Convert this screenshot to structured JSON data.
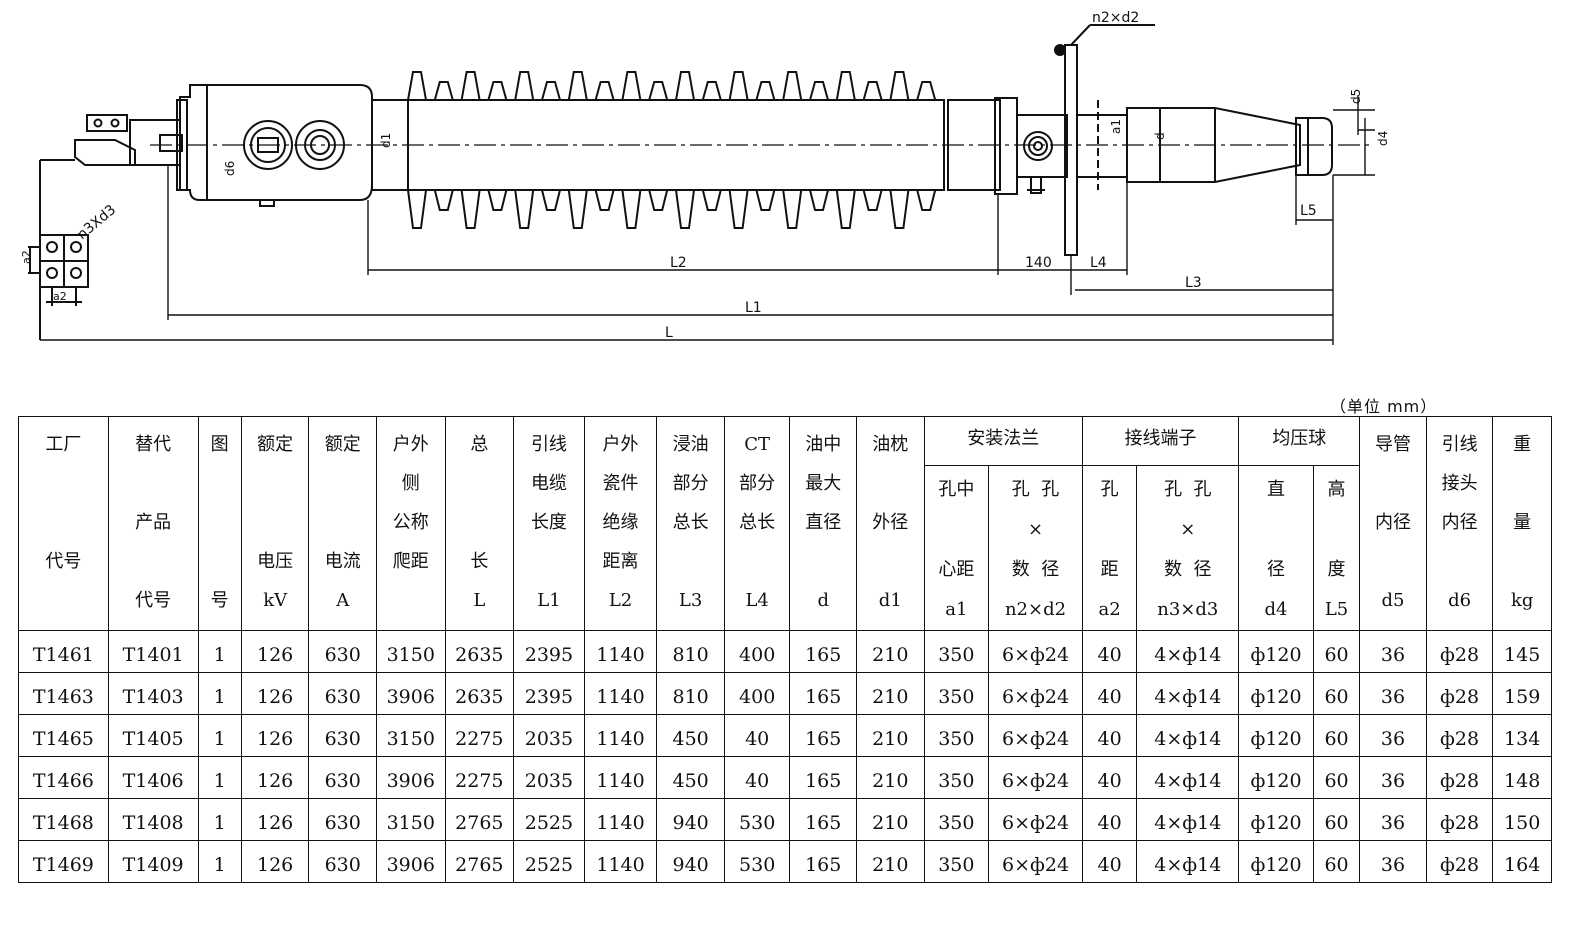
{
  "drawing_labels": {
    "n2xd2": "n2×d2",
    "n3xd3": "n3Xd3",
    "a2_top": "a2",
    "a2_bottom": "a2",
    "d1_body": "d1",
    "d6": "d6",
    "a1": "a1",
    "d": "d",
    "d5": "d5",
    "d4": "d4",
    "L5": "L5",
    "L2": "L2",
    "dim_140": "140",
    "L4": "L4",
    "L3": "L3",
    "L1": "L1",
    "L": "L"
  },
  "unit_note": "（单位  mm）",
  "table": {
    "headers": {
      "factory_code": [
        "工厂",
        "",
        "",
        "代号",
        ""
      ],
      "replace_code": [
        "替代",
        "",
        "产品",
        "",
        "代号"
      ],
      "figure_no": [
        "图",
        "",
        "",
        "",
        "号"
      ],
      "rated_voltage": [
        "额定",
        "",
        "",
        "电压",
        "kV"
      ],
      "rated_current": [
        "额定",
        "",
        "",
        "电流",
        "A"
      ],
      "creepage": [
        "户外",
        "侧",
        "公称",
        "爬距",
        ""
      ],
      "total_length": [
        "总",
        "",
        "",
        "长",
        "L"
      ],
      "lead_length": [
        "引线",
        "电缆",
        "长度",
        "",
        "L1"
      ],
      "porcelain_distance": [
        "户外",
        "瓷件",
        "绝缘",
        "距离",
        "L2"
      ],
      "oil_length": [
        "浸油",
        "部分",
        "总长",
        "",
        "L3"
      ],
      "ct_length": [
        "CT",
        "部分",
        "总长",
        "",
        "L4"
      ],
      "oil_max_dia": [
        "油中",
        "最大",
        "直径",
        "",
        "d"
      ],
      "conservator_dia": [
        "油枕",
        "",
        "外径",
        "",
        "d1"
      ],
      "group_flange": "安装法兰",
      "group_terminal": "接线端子",
      "group_ball": "均压球",
      "flange_a1": [
        "孔中",
        "",
        "心距",
        "a1"
      ],
      "flange_n2d2": [
        "孔  孔",
        "×",
        "数  径",
        "n2×d2"
      ],
      "terminal_a2": [
        "孔",
        "",
        "距",
        "a2"
      ],
      "terminal_n3d3": [
        "孔  孔",
        "×",
        "数  径",
        "n3×d3"
      ],
      "ball_d4": [
        "直",
        "",
        "径",
        "d4"
      ],
      "ball_L5": [
        "高",
        "",
        "度",
        "L5"
      ],
      "guide_tube": [
        "导管",
        "",
        "内径",
        "",
        "d5"
      ],
      "lead_joint": [
        "引线",
        "接头",
        "内径",
        "",
        "d6"
      ],
      "weight": [
        "重",
        "",
        "量",
        "",
        "kg"
      ]
    },
    "rows": [
      [
        "T1461",
        "T1401",
        "1",
        "126",
        "630",
        "3150",
        "2635",
        "2395",
        "1140",
        "810",
        "400",
        "165",
        "210",
        "350",
        "6×ф24",
        "40",
        "4×ф14",
        "ф120",
        "60",
        "36",
        "ф28",
        "145"
      ],
      [
        "T1463",
        "T1403",
        "1",
        "126",
        "630",
        "3906",
        "2635",
        "2395",
        "1140",
        "810",
        "400",
        "165",
        "210",
        "350",
        "6×ф24",
        "40",
        "4×ф14",
        "ф120",
        "60",
        "36",
        "ф28",
        "159"
      ],
      [
        "T1465",
        "T1405",
        "1",
        "126",
        "630",
        "3150",
        "2275",
        "2035",
        "1140",
        "450",
        "40",
        "165",
        "210",
        "350",
        "6×ф24",
        "40",
        "4×ф14",
        "ф120",
        "60",
        "36",
        "ф28",
        "134"
      ],
      [
        "T1466",
        "T1406",
        "1",
        "126",
        "630",
        "3906",
        "2275",
        "2035",
        "1140",
        "450",
        "40",
        "165",
        "210",
        "350",
        "6×ф24",
        "40",
        "4×ф14",
        "ф120",
        "60",
        "36",
        "ф28",
        "148"
      ],
      [
        "T1468",
        "T1408",
        "1",
        "126",
        "630",
        "3150",
        "2765",
        "2525",
        "1140",
        "940",
        "530",
        "165",
        "210",
        "350",
        "6×ф24",
        "40",
        "4×ф14",
        "ф120",
        "60",
        "36",
        "ф28",
        "150"
      ],
      [
        "T1469",
        "T1409",
        "1",
        "126",
        "630",
        "3906",
        "2765",
        "2525",
        "1140",
        "940",
        "530",
        "165",
        "210",
        "350",
        "6×ф24",
        "40",
        "4×ф14",
        "ф120",
        "60",
        "36",
        "ф28",
        "164"
      ]
    ]
  }
}
